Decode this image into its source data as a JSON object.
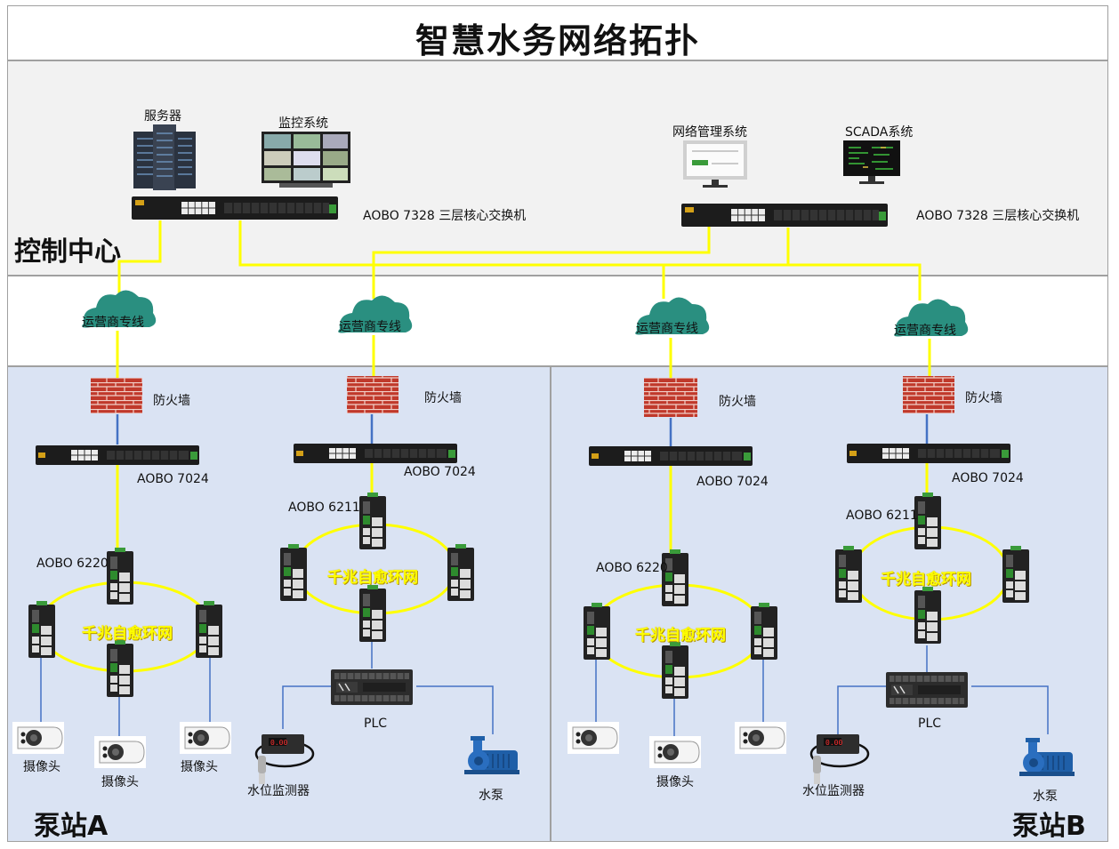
{
  "title": "智慧水务网络拓扑",
  "zones": {
    "control_center": "控制中心",
    "station_a": "泵站A",
    "station_b": "泵站B"
  },
  "control_center": {
    "server_label": "服务器",
    "monitoring_label": "监控系统",
    "nms_label": "网络管理系统",
    "scada_label": "SCADA系统",
    "core_switch_left": "AOBO 7328 三层核心交换机",
    "core_switch_right": "AOBO 7328 三层核心交换机"
  },
  "clouds": [
    "运营商专线",
    "运营商专线",
    "运营商专线",
    "运营商专线"
  ],
  "firewalls": [
    "防火墙",
    "防火墙",
    "防火墙",
    "防火墙"
  ],
  "aggregation_switches": [
    "AOBO 7024",
    "AOBO 7024",
    "AOBO 7024",
    "AOBO 7024"
  ],
  "ring_switch_labels": [
    "AOBO 6220",
    "AOBO 6211",
    "AOBO 6220",
    "AOBO 6211"
  ],
  "ring_labels": [
    "千兆自愈环网",
    "千兆自愈环网",
    "千兆自愈环网",
    "千兆自愈环网"
  ],
  "camera_labels_a": [
    "摄像头",
    "摄像头",
    "摄像头"
  ],
  "camera_label_b": "摄像头",
  "plc_labels": [
    "PLC",
    "PLC"
  ],
  "water_level_labels": [
    "水位监测器",
    "水位监测器"
  ],
  "pump_labels": [
    "水泵",
    "水泵"
  ],
  "colors": {
    "link_yellow": "#ffff00",
    "link_blue": "#4472c4",
    "station_bg": "#dae3f3",
    "control_bg": "#f2f2f2",
    "cloud": "#2a8f80",
    "firewall": "#c0392b"
  }
}
